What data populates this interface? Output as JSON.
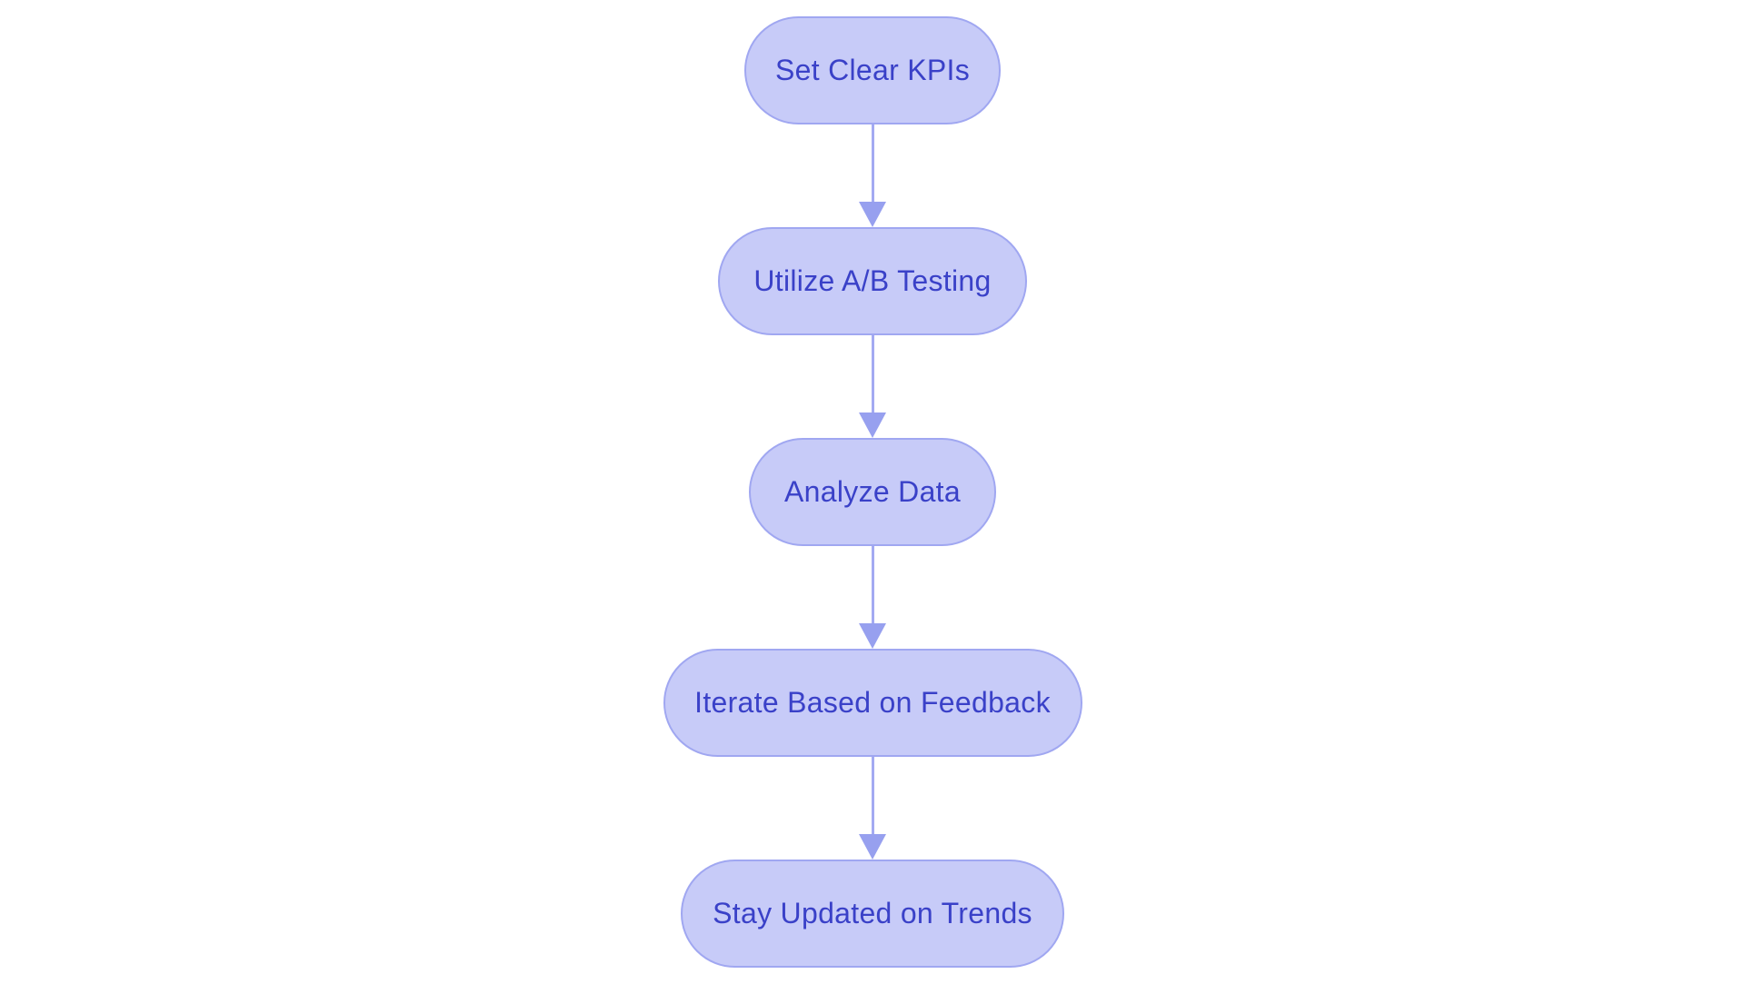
{
  "diagram": {
    "type": "flowchart",
    "direction": "top-down",
    "title": "",
    "nodes": [
      {
        "id": "set-clear-kpis",
        "label": "Set Clear KPIs"
      },
      {
        "id": "utilize-ab-testing",
        "label": "Utilize A/B Testing"
      },
      {
        "id": "analyze-data",
        "label": "Analyze Data"
      },
      {
        "id": "iterate-based-on-feedback",
        "label": "Iterate Based on Feedback"
      },
      {
        "id": "stay-updated-on-trends",
        "label": "Stay Updated on Trends"
      }
    ],
    "edges": [
      {
        "from": "set-clear-kpis",
        "to": "utilize-ab-testing"
      },
      {
        "from": "utilize-ab-testing",
        "to": "analyze-data"
      },
      {
        "from": "analyze-data",
        "to": "iterate-based-on-feedback"
      },
      {
        "from": "iterate-based-on-feedback",
        "to": "stay-updated-on-trends"
      }
    ],
    "colors": {
      "background": "#ffffff",
      "node_fill": "#c7cbf8",
      "node_border": "#a0a7f1",
      "node_text": "#3a41c8",
      "arrow_line": "#a3aaf2",
      "arrow_head": "#97a0ef"
    }
  }
}
